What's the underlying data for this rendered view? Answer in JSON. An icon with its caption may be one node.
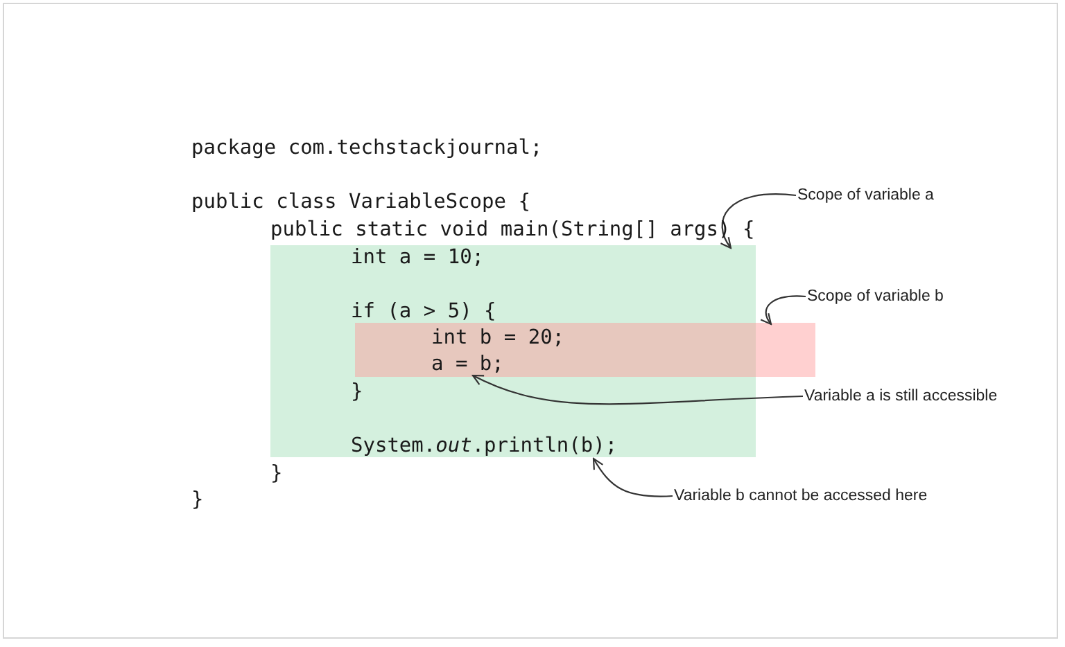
{
  "diagram": {
    "nodes": [
      {
        "text": [
          "Scope of variable a"
        ]
      },
      {
        "text": [],
        "shape": "box"
      },
      {
        "text": [
          "Scope of variable b"
        ]
      },
      {
        "text": [],
        "shape": "box"
      },
      {
        "text": [
          "Variable a is still accessible"
        ]
      },
      {
        "text": [
          "Variable b cannot be accessed here"
        ]
      }
    ],
    "edges": [
      {
        "from": 0,
        "to": 1,
        "arrow": "to"
      },
      {
        "from": 2,
        "to": 3,
        "arrow": "to"
      },
      {
        "from": 4,
        "to": 3,
        "arrow": "to"
      },
      {
        "from": 5,
        "to": 1,
        "arrow": "to"
      }
    ],
    "labels": [
      "package com.techstackjournal;",
      "public class VariableScope {",
      "public static void main(String[] args) {",
      "int a = 10;",
      "if (a > 5) {",
      "int b = 20;",
      "a = b;",
      "}",
      "System.*out*.println(b);",
      "}",
      "}"
    ]
  }
}
